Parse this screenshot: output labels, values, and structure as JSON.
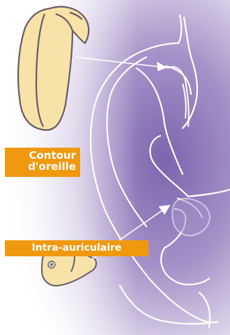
{
  "labels": {
    "behind_the_ear_line1": "Contour",
    "behind_the_ear_line2": "d'oreille",
    "in_the_ear": "Intra-auriculaire"
  },
  "colors": {
    "label_background": "#f0980e",
    "label_text": "#ffffff",
    "device_fill": "#f7e2a7",
    "device_outline": "#6a5a64",
    "ear_outline": "#ffffff",
    "background_violet": "#9c86c0"
  }
}
